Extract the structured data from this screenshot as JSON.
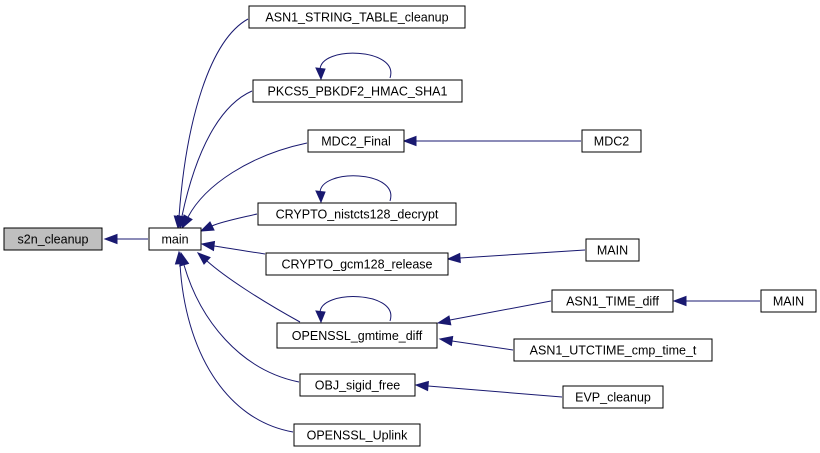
{
  "graph": {
    "edge_color": "#191970",
    "root_fill": "#bfbfbf",
    "nodes": {
      "s2n_cleanup": "s2n_cleanup",
      "main": "main",
      "asn1_string_table_cleanup": "ASN1_STRING_TABLE_cleanup",
      "pkcs5_pbkdf2_hmac_sha1": "PKCS5_PBKDF2_HMAC_SHA1",
      "mdc2_final": "MDC2_Final",
      "mdc2": "MDC2",
      "crypto_nistcts128_decrypt": "CRYPTO_nistcts128_decrypt",
      "crypto_gcm128_release": "CRYPTO_gcm128_release",
      "main_upper_1": "MAIN",
      "asn1_time_diff": "ASN1_TIME_diff",
      "main_upper_2": "MAIN",
      "openssl_gmtime_diff": "OPENSSL_gmtime_diff",
      "asn1_utctime_cmp_time_t": "ASN1_UTCTIME_cmp_time_t",
      "obj_sigid_free": "OBJ_sigid_free",
      "evp_cleanup": "EVP_cleanup",
      "openssl_uplink": "OPENSSL_Uplink"
    }
  }
}
